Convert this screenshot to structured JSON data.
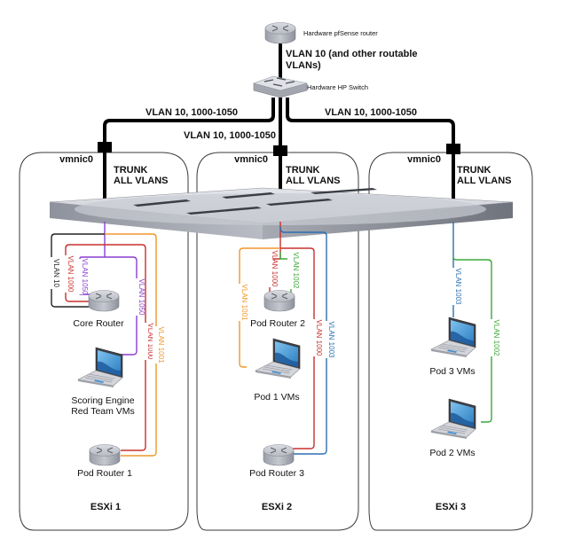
{
  "title": "Network VLAN topology diagram",
  "colors": {
    "vlan10": "#222222",
    "vlan1000": "#c8302f",
    "vlan1001": "#f0962b",
    "vlan1002": "#3aa83a",
    "vlan1003": "#2d6fb2",
    "vlan1050": "#8a3fcf",
    "trunk": "#000000"
  },
  "upstream": {
    "router_label": "Hardware pfSense router",
    "uplink_label_line1": "VLAN 10 (and other routable",
    "uplink_label_line2": "VLANs)",
    "switch_label": "Hardware HP Switch"
  },
  "links": {
    "esxi1": "VLAN 10, 1000-1050",
    "esxi2": "VLAN 10, 1000-1050",
    "esxi3": "VLAN 10, 1000-1050"
  },
  "hosts": [
    {
      "name": "ESXi 1",
      "nic": "vmnic0",
      "trunk_line1": "TRUNK",
      "trunk_line2": "ALL VLANS",
      "nodes": {
        "core_router": "Core Router",
        "scoring_line1": "Scoring Engine",
        "scoring_line2": "Red Team VMs",
        "pod_router": "Pod Router 1"
      },
      "vlans": {
        "a": "VLAN 10",
        "b": "VLAN 1000",
        "c": "VLAN 1050",
        "d": "VLAN 1050",
        "e": "VLAN 1000",
        "f": "VLAN 1001"
      }
    },
    {
      "name": "ESXi 2",
      "nic": "vmnic0",
      "trunk_line1": "TRUNK",
      "trunk_line2": "ALL VLANS",
      "nodes": {
        "pod_router_2": "Pod Router 2",
        "pod1_vms": "Pod 1 VMs",
        "pod_router_3": "Pod Router 3"
      },
      "vlans": {
        "a": "VLAN 1001",
        "b": "VLAN 1000",
        "c": "VLAN 1002",
        "d": "VLAN 1000",
        "e": "VLAN 1003"
      }
    },
    {
      "name": "ESXi 3",
      "nic": "vmnic0",
      "trunk_line1": "TRUNK",
      "trunk_line2": "ALL VLANS",
      "nodes": {
        "pod3_vms": "Pod 3 VMs",
        "pod2_vms": "Pod 2 VMs"
      },
      "vlans": {
        "a": "VLAN 1003",
        "b": "VLAN 1002"
      }
    }
  ]
}
